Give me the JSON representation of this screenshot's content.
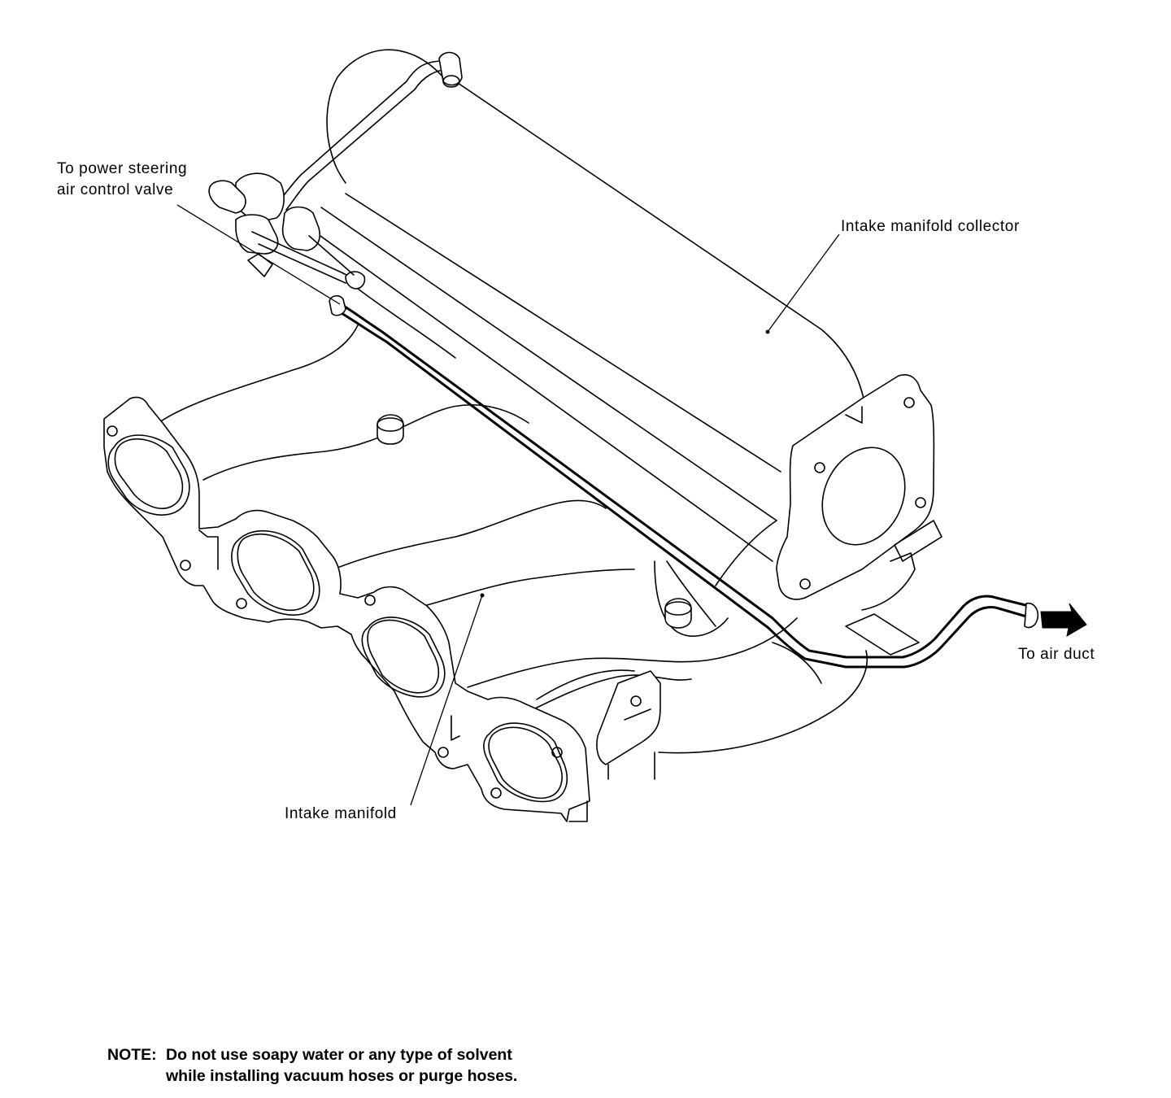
{
  "labels": {
    "power_steering": [
      "To power steering",
      "air control valve"
    ],
    "collector": "Intake manifold collector",
    "manifold": "Intake manifold",
    "air_duct": "To air duct"
  },
  "note": {
    "heading": "NOTE:",
    "line1": "Do not use soapy water or any type of solvent",
    "line2": "while installing vacuum hoses or purge hoses."
  },
  "colors": {
    "line": "#000000",
    "background": "#ffffff"
  }
}
